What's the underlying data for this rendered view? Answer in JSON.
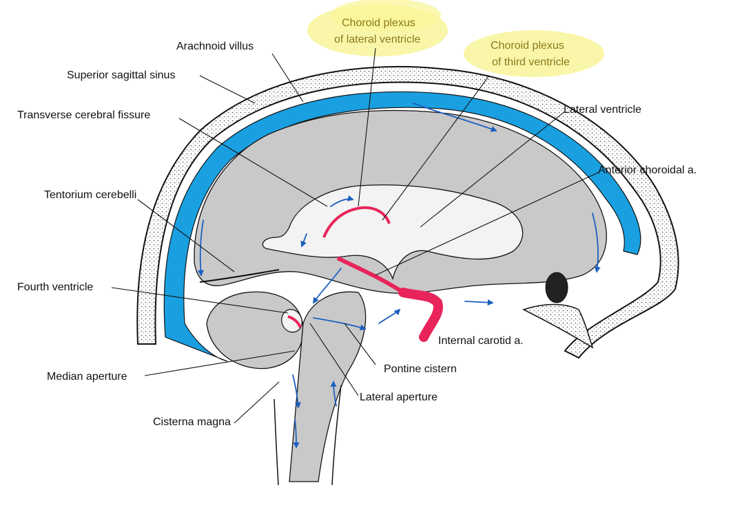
{
  "colors": {
    "csf_space": "#1aa0e0",
    "brain": "#c9c9c9",
    "ventricle": "#f3f3f3",
    "skull_outline": "#111111",
    "artery": "#e8245a",
    "flow_arrow": "#1b5fbf",
    "highlight": "#f8f59a",
    "highlight_text": "#8a7a1a",
    "label_text": "#111111"
  },
  "labels": {
    "arachnoid_villus": "Arachnoid villus",
    "superior_sagittal_sinus": "Superior sagittal sinus",
    "transverse_cerebral_fissure": "Transverse cerebral fissure",
    "tentorium_cerebelli": "Tentorium cerebelli",
    "fourth_ventricle": "Fourth ventricle",
    "median_aperture": "Median aperture",
    "cisterna_magna": "Cisterna magna",
    "lateral_ventricle": "Lateral ventricle",
    "anterior_choroidal_a": "Anterior choroidal a.",
    "internal_carotid_a": "Internal carotid a.",
    "pontine_cistern": "Pontine cistern",
    "lateral_aperture": "Lateral aperture"
  },
  "highlighted_labels": {
    "choroid_plexus_lateral": {
      "line1": "Choroid plexus",
      "line2": "of lateral ventricle"
    },
    "choroid_plexus_third": {
      "line1": "Choroid plexus",
      "line2": "of third ventricle"
    }
  },
  "icons": {
    "flow_arrow": "arrowhead"
  }
}
